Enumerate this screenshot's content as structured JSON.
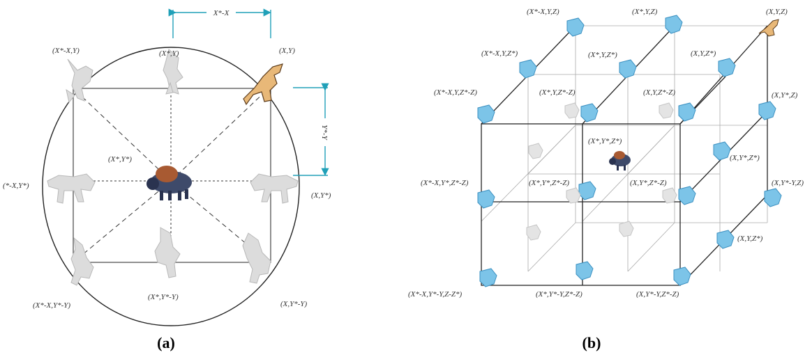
{
  "colors": {
    "gray_wolf": "#dcdcdc",
    "gray_wolf_stroke": "#b8b8b8",
    "blue_wolf": "#7cc4e8",
    "blue_wolf_stroke": "#3a8fc0",
    "alpha_wolf": "#e8b878",
    "alpha_wolf_stroke": "#5a3a1a",
    "prey_body": "#3e4a6a",
    "prey_hump": "#a85a32",
    "teal_arrow": "#20a0b8"
  },
  "icons": {
    "wolf": "wolf-icon",
    "alpha_wolf": "alpha-wolf-icon",
    "prey": "bison-icon"
  },
  "panel_a": {
    "caption": "(a)",
    "top_dimension": "X*-X",
    "side_dimension": "Y*-Y",
    "labels": {
      "top_left": "(X*-X,Y)",
      "top_mid": "(X*,Y)",
      "top_right": "(X,Y)",
      "center": "(X*,Y*)",
      "mid_left": "(*-X,Y*)",
      "mid_right": "(X,Y*)",
      "bottom_left": "(X*-X,Y*-Y)",
      "bottom_mid": "(X*,Y*-Y)",
      "bottom_right": "(X,Y*-Y)"
    }
  },
  "panel_b": {
    "caption": "(b)",
    "labels": {
      "l1": "(X*-X,Y,Z)",
      "l2": "(X*,Y,Z)",
      "l3": "(X,Y,Z)",
      "l4": "(X*-X,Y,Z*)",
      "l5": "(X*,Y,Z*)",
      "l6": "(X,Y,Z*)",
      "l7": "(X*-X,Y,Z*-Z)",
      "l8": "(X*,Y,Z*-Z)",
      "l9": "(X,Y,Z*-Z)",
      "l10": "(X,Y*,Z)",
      "l11": "(X*,Y*,Z*)",
      "l12": "(X,Y*,Z*)",
      "l13": "(X*-X,Y*,Z*-Z)",
      "l14": "(X*,Y*,Z*-Z)",
      "l15": "(X,Y*,Z*-Z)",
      "l16": "(X,Y*-Y,Z)",
      "l17": "(X,Y,Z*)",
      "l18": "(X*-X,Y*-Y,Z-Z*)",
      "l19": "(X*,Y*-Y,Z*-Z)",
      "l20": "(X,Y*-Y,Z*-Z)"
    }
  }
}
